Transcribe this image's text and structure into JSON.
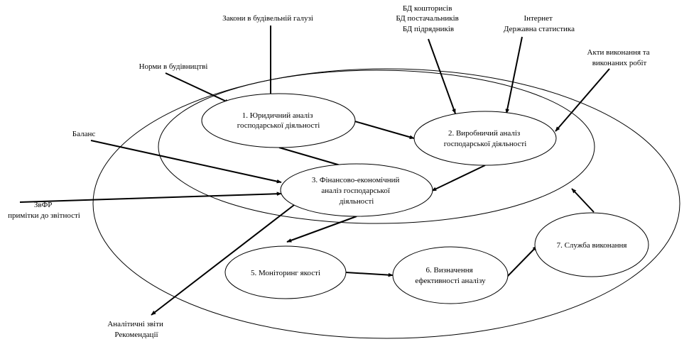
{
  "nodes": [
    {
      "id": "n1",
      "lines": [
        "1. Юридичний аналіз",
        "господарської діяльності"
      ]
    },
    {
      "id": "n2",
      "lines": [
        "2. Виробничий аналіз",
        "господарської діяльності"
      ]
    },
    {
      "id": "n3",
      "lines": [
        "3. Фінансово-економічний",
        "аналіз господарської",
        "діяльності"
      ]
    },
    {
      "id": "n5",
      "lines": [
        "5. Моніторинг якості"
      ]
    },
    {
      "id": "n6",
      "lines": [
        "6. Визначення",
        "ефективності аналізу"
      ]
    },
    {
      "id": "n7",
      "lines": [
        "7. Служба виконання"
      ]
    }
  ],
  "sources": [
    {
      "id": "laws",
      "lines": [
        "Закони в будівельній галузі"
      ]
    },
    {
      "id": "dbs",
      "lines": [
        "БД кошторисів",
        "БД постачальників",
        "БД підрядників"
      ]
    },
    {
      "id": "internet",
      "lines": [
        "Інтернет",
        "Державна статистика"
      ]
    },
    {
      "id": "norms",
      "lines": [
        "Норми в будівництві"
      ]
    },
    {
      "id": "acts",
      "lines": [
        "Акти виконання та",
        "виконаних робіт"
      ]
    },
    {
      "id": "balance",
      "lines": [
        "Баланс"
      ]
    },
    {
      "id": "zvfr",
      "lines": [
        "ЗвФР",
        "примітки до звітності"
      ]
    },
    {
      "id": "reports",
      "lines": [
        "Аналітичні звіти",
        "Рекомендації"
      ]
    }
  ]
}
